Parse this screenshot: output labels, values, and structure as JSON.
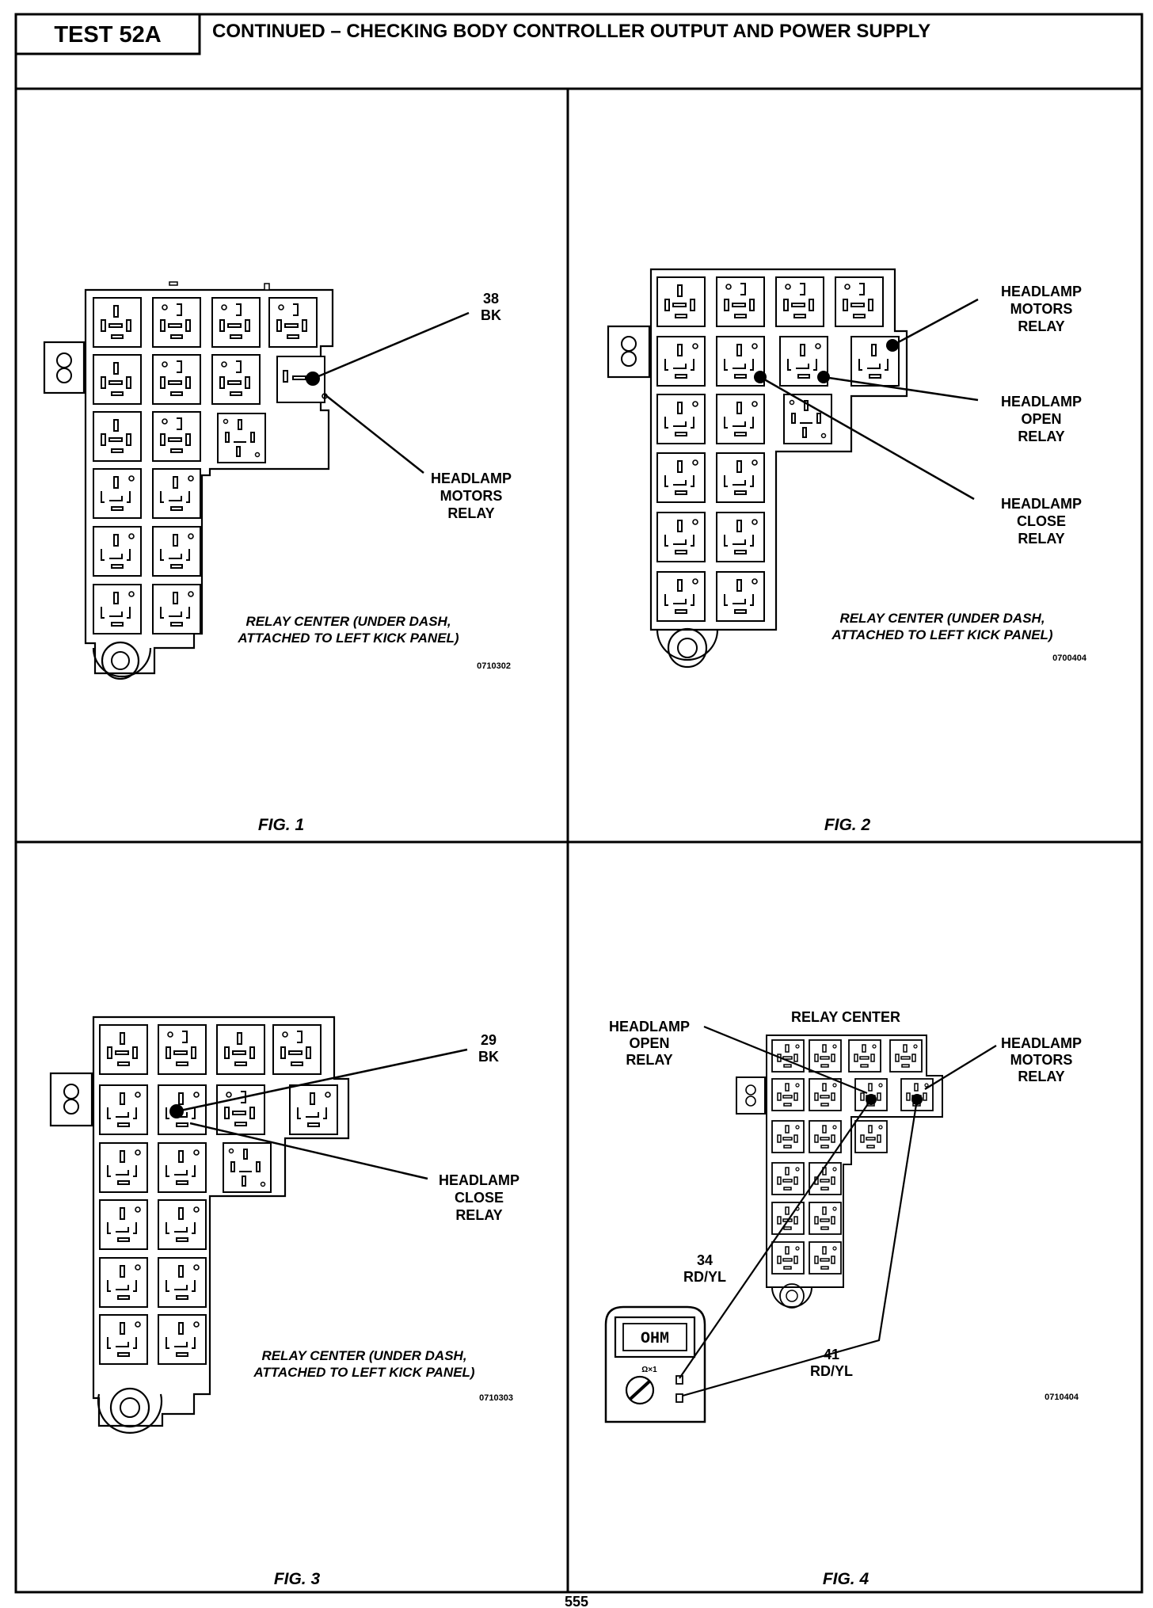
{
  "header": {
    "test_id": "TEST 52A",
    "title": "CONTINUED – CHECKING BODY CONTROLLER OUTPUT AND POWER SUPPLY"
  },
  "fig1": {
    "caption": "FIG. 1",
    "relay_center_line1": "RELAY CENTER (UNDER DASH,",
    "relay_center_line2": "ATTACHED TO LEFT KICK PANEL)",
    "code": "0710302",
    "wire_num": "38",
    "wire_color": "BK",
    "relay_line1": "HEADLAMP",
    "relay_line2": "MOTORS",
    "relay_line3": "RELAY"
  },
  "fig2": {
    "caption": "FIG. 2",
    "relay_center_line1": "RELAY CENTER (UNDER DASH,",
    "relay_center_line2": "ATTACHED TO LEFT KICK PANEL)",
    "code": "0700404",
    "motors_line1": "HEADLAMP",
    "motors_line2": "MOTORS",
    "motors_line3": "RELAY",
    "open_line1": "HEADLAMP",
    "open_line2": "OPEN",
    "open_line3": "RELAY",
    "close_line1": "HEADLAMP",
    "close_line2": "CLOSE",
    "close_line3": "RELAY"
  },
  "fig3": {
    "caption": "FIG. 3",
    "relay_center_line1": "RELAY CENTER (UNDER DASH,",
    "relay_center_line2": "ATTACHED TO LEFT KICK PANEL)",
    "code": "0710303",
    "wire_num": "29",
    "wire_color": "BK",
    "relay_line1": "HEADLAMP",
    "relay_line2": "CLOSE",
    "relay_line3": "RELAY"
  },
  "fig4": {
    "caption": "FIG. 4",
    "code": "0710404",
    "relay_center": "RELAY CENTER",
    "open_line1": "HEADLAMP",
    "open_line2": "OPEN",
    "open_line3": "RELAY",
    "motors_line1": "HEADLAMP",
    "motors_line2": "MOTORS",
    "motors_line3": "RELAY",
    "wire1_num": "34",
    "wire1_color": "RD/YL",
    "wire2_num": "41",
    "wire2_color": "RD/YL",
    "meter_display": "OHM",
    "meter_switch": "Ω×1"
  },
  "footer": {
    "page_num": "555"
  }
}
